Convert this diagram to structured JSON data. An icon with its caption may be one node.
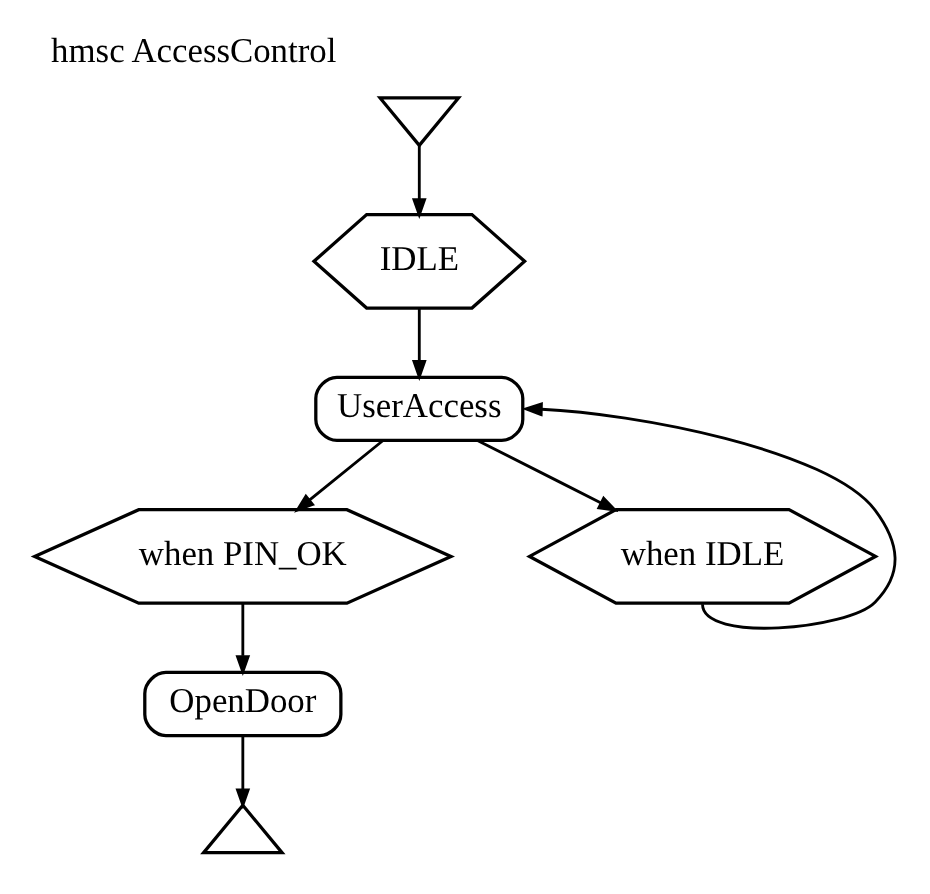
{
  "diagram": {
    "title": "hmsc AccessControl",
    "nodes": [
      {
        "text": [],
        "shape": "triangle"
      },
      {
        "text": [
          "IDLE"
        ]
      },
      {
        "text": [
          "UserAccess"
        ]
      },
      {
        "text": [
          "when PIN_OK"
        ]
      },
      {
        "text": [
          "when IDLE"
        ]
      },
      {
        "text": [
          "OpenDoor"
        ]
      },
      {
        "text": [],
        "shape": "triangle"
      }
    ],
    "edges": [
      {
        "from": 0,
        "to": 1,
        "arrow": "to"
      },
      {
        "from": 1,
        "to": 2,
        "arrow": "to"
      },
      {
        "from": 2,
        "to": 3,
        "arrow": "to"
      },
      {
        "from": 2,
        "to": 4,
        "arrow": "to"
      },
      {
        "from": 3,
        "to": 5,
        "arrow": "to"
      },
      {
        "from": 5,
        "to": 6,
        "arrow": "to"
      },
      {
        "from": 4,
        "to": 2,
        "arrow": "to"
      }
    ]
  }
}
